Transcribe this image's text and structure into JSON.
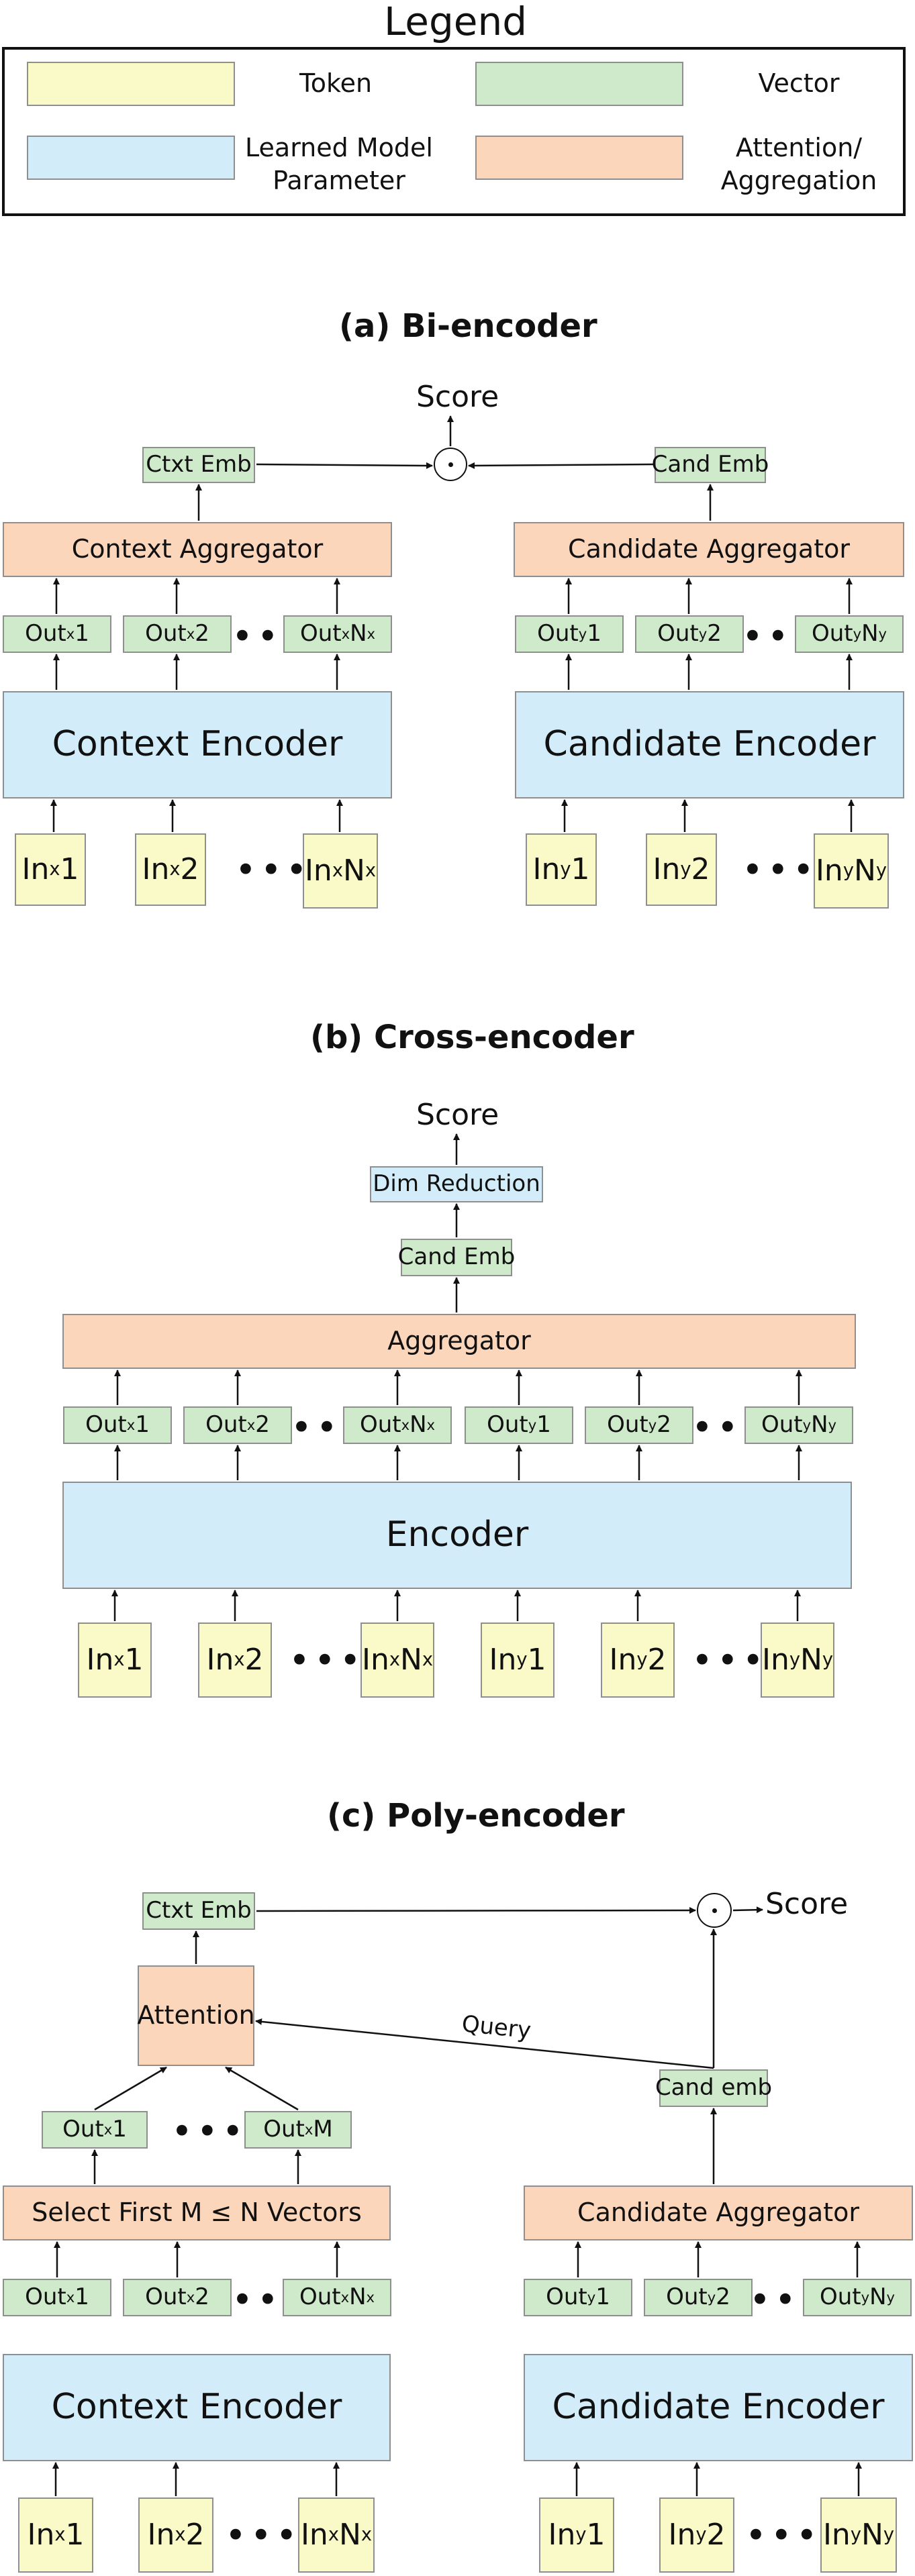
{
  "legend": {
    "title": "Legend",
    "token": "Token",
    "vector": "Vector",
    "param_line1": "Learned Model",
    "param_line2": "Parameter",
    "attn_line1": "Attention/",
    "attn_line2": "Aggregation"
  },
  "common": {
    "score": "Score",
    "in": "In",
    "out": "Out",
    "x": "x",
    "y": "y",
    "one": " 1",
    "two": " 2",
    "nx": " N",
    "ny": " N",
    "m": " M",
    "ellipsis": "•••"
  },
  "bi": {
    "title": "(a) Bi-encoder",
    "ctxt_emb": "Ctxt Emb",
    "cand_emb": "Cand Emb",
    "context_aggregator": "Context Aggregator",
    "candidate_aggregator": "Candidate Aggregator",
    "context_encoder": "Context Encoder",
    "candidate_encoder": "Candidate Encoder"
  },
  "cross": {
    "title": "(b) Cross-encoder",
    "dim_reduction": "Dim Reduction",
    "cand_emb": "Cand Emb",
    "aggregator": "Aggregator",
    "encoder": "Encoder"
  },
  "poly": {
    "title": "(c) Poly-encoder",
    "ctxt_emb": "Ctxt Emb",
    "attention": "Attention",
    "query": "Query",
    "cand_emb": "Cand emb",
    "select": "Select First M ≤ N Vectors",
    "candidate_aggregator": "Candidate Aggregator",
    "context_encoder": "Context Encoder",
    "candidate_encoder": "Candidate Encoder"
  }
}
